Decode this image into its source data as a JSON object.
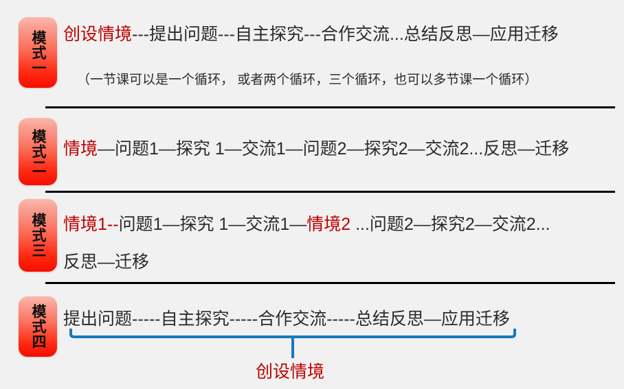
{
  "page": {
    "background": "#f1f1f1",
    "accent_red": "#C00000",
    "accent_blue": "#1479BE",
    "badge_gradient_top": "#fbb8ad",
    "badge_gradient_bottom": "#f60d00"
  },
  "rows": [
    {
      "badge": "模式一",
      "flow_segments": [
        {
          "text": "创设情境",
          "color": "red"
        },
        {
          "text": "---提出问题---自主探究---合作交流...总结反思—应用迁移",
          "color": "black"
        }
      ],
      "note": "（一节课可以是一个循环， 或者两个循环，三个循环，也可以多节课一个循环）"
    },
    {
      "badge": "模式二",
      "flow_segments": [
        {
          "text": "情境",
          "color": "red"
        },
        {
          "text": "—问题1—探究 1—交流1—问题2—探究2—交流2...反思—迁移",
          "color": "black"
        }
      ]
    },
    {
      "badge": "模式三",
      "flow_segments_line1": [
        {
          "text": "情境1--",
          "color": "red"
        },
        {
          "text": "问题1—探究 1—交流1—",
          "color": "black"
        },
        {
          "text": "情境2",
          "color": "red"
        },
        {
          "text": " ...问题2—探究2—交流2...",
          "color": "black"
        }
      ],
      "flow_line2": "反思—迁移"
    },
    {
      "badge": "模式四",
      "flow_segments": [
        {
          "text": "提出问题-----自主探究-----合作交流-----总结反思—应用迁移",
          "color": "black"
        }
      ],
      "bracket_label": "创设情境"
    }
  ],
  "row1": {
    "badge": "模式一",
    "flow_red": "创设情境",
    "flow_black": "---提出问题---自主探究---合作交流...总结反思—应用迁移",
    "note": "（一节课可以是一个循环， 或者两个循环，三个循环，也可以多节课一个循环）"
  },
  "row2": {
    "badge": "模式二",
    "flow_red": "情境",
    "flow_black": "—问题1—探究 1—交流1—问题2—探究2—交流2...反思—迁移"
  },
  "row3": {
    "badge": "模式三",
    "flow_red_1": "情境1--",
    "flow_black_1": "问题1—探究 1—交流1—",
    "flow_red_2": "情境2",
    "flow_black_2": " ...问题2—探究2—交流2...",
    "flow_line2": "反思—迁移"
  },
  "row4": {
    "badge": "模式四",
    "flow_black": "提出问题-----自主探究-----合作交流-----总结反思—应用迁移",
    "bracket_label": "创设情境"
  }
}
